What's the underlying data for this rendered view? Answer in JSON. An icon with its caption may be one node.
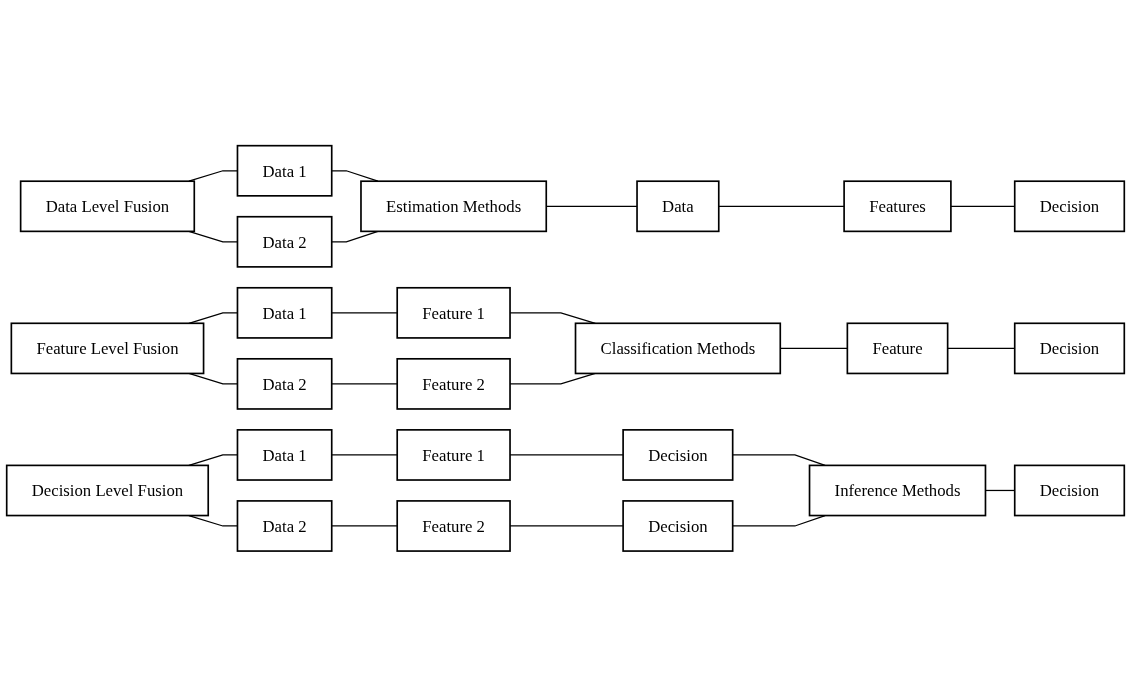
{
  "diagram": {
    "nodes": [
      {
        "text": [
          "Data Level Fusion"
        ]
      },
      {
        "text": [
          "Data 1"
        ]
      },
      {
        "text": [
          "Data 2"
        ]
      },
      {
        "text": [
          "Estimation Methods"
        ]
      },
      {
        "text": [
          "Data"
        ]
      },
      {
        "text": [
          "Features"
        ]
      },
      {
        "text": [
          "Decision"
        ]
      },
      {
        "text": [
          "Feature Level Fusion"
        ]
      },
      {
        "text": [
          "Data 1"
        ]
      },
      {
        "text": [
          "Data 2"
        ]
      },
      {
        "text": [
          "Feature 1"
        ]
      },
      {
        "text": [
          "Feature 2"
        ]
      },
      {
        "text": [
          "Classification Methods"
        ]
      },
      {
        "text": [
          "Feature"
        ]
      },
      {
        "text": [
          "Decision"
        ]
      },
      {
        "text": [
          "Decision Level Fusion"
        ]
      },
      {
        "text": [
          "Data 1"
        ]
      },
      {
        "text": [
          "Data 2"
        ]
      },
      {
        "text": [
          "Feature 1"
        ]
      },
      {
        "text": [
          "Feature 2"
        ]
      },
      {
        "text": [
          "Decision"
        ]
      },
      {
        "text": [
          "Decision"
        ]
      },
      {
        "text": [
          "Inference Methods"
        ]
      },
      {
        "text": [
          "Decision"
        ]
      }
    ],
    "edges": [
      {
        "from": 0,
        "to": 1,
        "arrow": "none"
      },
      {
        "from": 0,
        "to": 2,
        "arrow": "none"
      },
      {
        "from": 1,
        "to": 3,
        "arrow": "none"
      },
      {
        "from": 2,
        "to": 3,
        "arrow": "none"
      },
      {
        "from": 3,
        "to": 4,
        "arrow": "none"
      },
      {
        "from": 4,
        "to": 5,
        "arrow": "none"
      },
      {
        "from": 5,
        "to": 6,
        "arrow": "none"
      },
      {
        "from": 7,
        "to": 8,
        "arrow": "none"
      },
      {
        "from": 7,
        "to": 9,
        "arrow": "none"
      },
      {
        "from": 8,
        "to": 10,
        "arrow": "none"
      },
      {
        "from": 9,
        "to": 11,
        "arrow": "none"
      },
      {
        "from": 10,
        "to": 12,
        "arrow": "none"
      },
      {
        "from": 11,
        "to": 12,
        "arrow": "none"
      },
      {
        "from": 12,
        "to": 13,
        "arrow": "none"
      },
      {
        "from": 13,
        "to": 14,
        "arrow": "none"
      },
      {
        "from": 15,
        "to": 16,
        "arrow": "none"
      },
      {
        "from": 15,
        "to": 17,
        "arrow": "none"
      },
      {
        "from": 16,
        "to": 18,
        "arrow": "none"
      },
      {
        "from": 17,
        "to": 19,
        "arrow": "none"
      },
      {
        "from": 18,
        "to": 20,
        "arrow": "none"
      },
      {
        "from": 19,
        "to": 21,
        "arrow": "none"
      },
      {
        "from": 20,
        "to": 22,
        "arrow": "none"
      },
      {
        "from": 21,
        "to": 22,
        "arrow": "none"
      },
      {
        "from": 22,
        "to": 23,
        "arrow": "none"
      }
    ]
  }
}
